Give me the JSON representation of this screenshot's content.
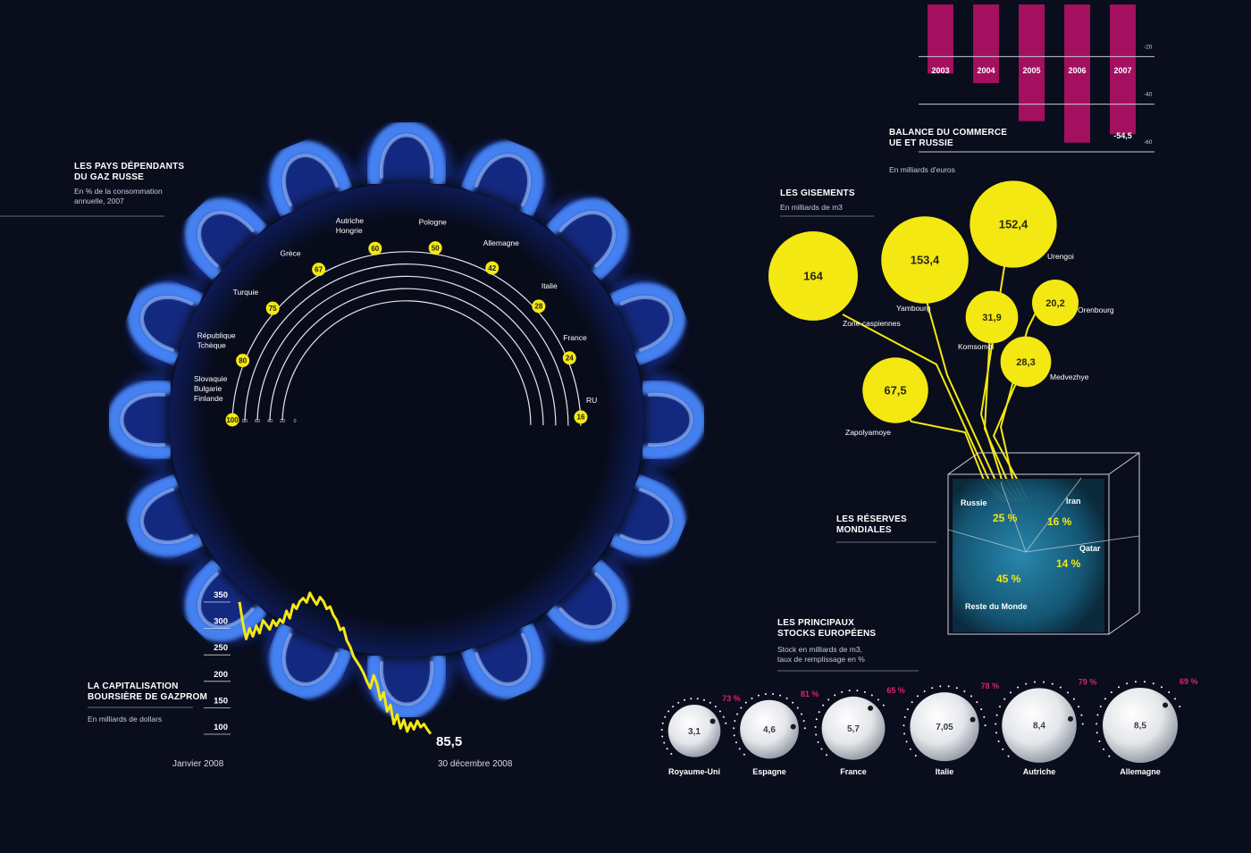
{
  "colors": {
    "background": "#090d1c",
    "flame_blue": "#3d7dff",
    "yellow": "#f4e812",
    "magenta": "#a3105f",
    "pink_text": "#e01f7c",
    "teal": "#1d6a8a"
  },
  "dependance": {
    "title_line1": "LES PAYS DÉPENDANTS",
    "title_line2": "DU GAZ RUSSE",
    "subtitle_line1": "En % de la consommation",
    "subtitle_line2": "annuelle, 2007",
    "scale_labels": [
      "100 %",
      "80",
      "60",
      "40",
      "20",
      "0"
    ]
  },
  "capitalisation": {
    "title_line1": "LA CAPITALISATION",
    "title_line2": "BOURSIÈRE DE GAZPROM",
    "subtitle": "En milliards de dollars",
    "start_label": "Janvier 2008",
    "end_label": "30 décembre 2008",
    "final_value": "85,5"
  },
  "balance": {
    "title_line1": "BALANCE DU COMMERCE",
    "title_line2": "UE ET RUSSIE",
    "subtitle": "En milliards d'euros",
    "tick_labels": [
      "-20",
      "-40",
      "-60"
    ],
    "value_label_2007": "-54,5"
  },
  "gisements": {
    "title": "LES GISEMENTS",
    "subtitle": "En milliards de m3"
  },
  "reserves": {
    "title_line1": "LES RÉSERVES",
    "title_line2": "MONDIALES"
  },
  "stocks": {
    "title_line1": "LES  PRINCIPAUX",
    "title_line2": "STOCKS EUROPÉENS",
    "subtitle_line1": "Stock en milliards de m3,",
    "subtitle_line2": "taux de remplissage en %"
  },
  "chart_data": [
    {
      "type": "bar",
      "title": "LES PAYS DÉPENDANTS DU GAZ RUSSE",
      "subtitle": "En % de la consommation annuelle, 2007",
      "categories": [
        "Slovaquie Bulgarie Finlande",
        "République Tchèque",
        "Turquie",
        "Grèce",
        "Autriche Hongrie",
        "Pologne",
        "Allemagne",
        "Italie",
        "France",
        "RU"
      ],
      "values": [
        100,
        80,
        75,
        67,
        60,
        50,
        42,
        28,
        24,
        16
      ],
      "ylim": [
        0,
        100
      ],
      "points": [
        {
          "label_lines": [
            "Slovaquie",
            "Bulgarie",
            "Finlande"
          ],
          "value": 100
        },
        {
          "label_lines": [
            "République",
            "Tchèque"
          ],
          "value": 80
        },
        {
          "label_lines": [
            "Turquie"
          ],
          "value": 75
        },
        {
          "label_lines": [
            "Grèce"
          ],
          "value": 67
        },
        {
          "label_lines": [
            "Autriche",
            "Hongrie"
          ],
          "value": 60
        },
        {
          "label_lines": [
            "Pologne"
          ],
          "value": 50
        },
        {
          "label_lines": [
            "Allemagne"
          ],
          "value": 42
        },
        {
          "label_lines": [
            "Italie"
          ],
          "value": 28
        },
        {
          "label_lines": [
            "France"
          ],
          "value": 24
        },
        {
          "label_lines": [
            "RU"
          ],
          "value": 16
        }
      ]
    },
    {
      "type": "line",
      "title": "LA CAPITALISATION BOURSIÈRE DE GAZPROM",
      "subtitle": "En milliards de dollars",
      "ylabel": "",
      "yticks": [
        350,
        300,
        250,
        200,
        150,
        100
      ],
      "ylim": [
        85,
        350
      ],
      "x_start": "Janvier 2008",
      "x_end": "30 décembre 2008",
      "values": [
        335,
        295,
        265,
        285,
        270,
        290,
        276,
        300,
        292,
        283,
        300,
        290,
        302,
        296,
        318,
        304,
        330,
        322,
        336,
        342,
        334,
        352,
        340,
        330,
        344,
        336,
        322,
        326,
        310,
        300,
        282,
        286,
        262,
        250,
        232,
        222,
        212,
        200,
        184,
        172,
        196,
        180,
        150,
        164,
        128,
        140,
        104,
        122,
        96,
        112,
        90,
        106,
        94,
        110,
        98,
        104,
        94,
        85.5
      ]
    },
    {
      "type": "bar",
      "title": "BALANCE DU COMMERCE UE ET RUSSIE",
      "subtitle": "En milliards d'euros",
      "categories": [
        "2003",
        "2004",
        "2005",
        "2006",
        "2007"
      ],
      "values": [
        -29,
        -33,
        -49,
        -58,
        -54.5
      ],
      "yticks": [
        -20,
        -40,
        -60
      ],
      "ylim": [
        -60,
        0
      ]
    },
    {
      "type": "scatter",
      "title": "LES GISEMENTS",
      "subtitle": "En milliards de m3",
      "categories": [
        "Zone caspiennes",
        "Yambourg",
        "Urengoi",
        "Komsomol",
        "Orenbourg",
        "Medvezhye",
        "Zapolyamoye"
      ],
      "values": [
        164,
        153.4,
        152.4,
        31.9,
        20.2,
        28.3,
        67.5
      ],
      "value_labels": [
        "164",
        "153,4",
        "152,4",
        "31,9",
        "20,2",
        "28,3",
        "67,5"
      ]
    },
    {
      "type": "pie",
      "title": "LES RÉSERVES MONDIALES",
      "categories": [
        "Russie",
        "Iran",
        "Qatar",
        "Reste du Monde"
      ],
      "values": [
        25,
        16,
        14,
        45
      ],
      "value_labels": [
        "25 %",
        "16 %",
        "14 %",
        "45 %"
      ]
    },
    {
      "type": "bar",
      "title": "LES PRINCIPAUX STOCKS EUROPÉENS",
      "subtitle": "Stock en milliards de m3, taux de remplissage en %",
      "categories": [
        "Royaume-Uni",
        "Espagne",
        "France",
        "Italie",
        "Autriche",
        "Allemagne"
      ],
      "series": [
        {
          "name": "Stock en milliards de m3",
          "values": [
            3.1,
            4.6,
            5.7,
            7.05,
            8.4,
            8.5
          ],
          "labels": [
            "3,1",
            "4,6",
            "5,7",
            "7,05",
            "8,4",
            "8,5"
          ]
        },
        {
          "name": "taux de remplissage en %",
          "values": [
            73,
            81,
            65,
            78,
            79,
            69
          ],
          "labels": [
            "73 %",
            "81 %",
            "65 %",
            "78 %",
            "79 %",
            "69 %"
          ]
        }
      ]
    }
  ]
}
